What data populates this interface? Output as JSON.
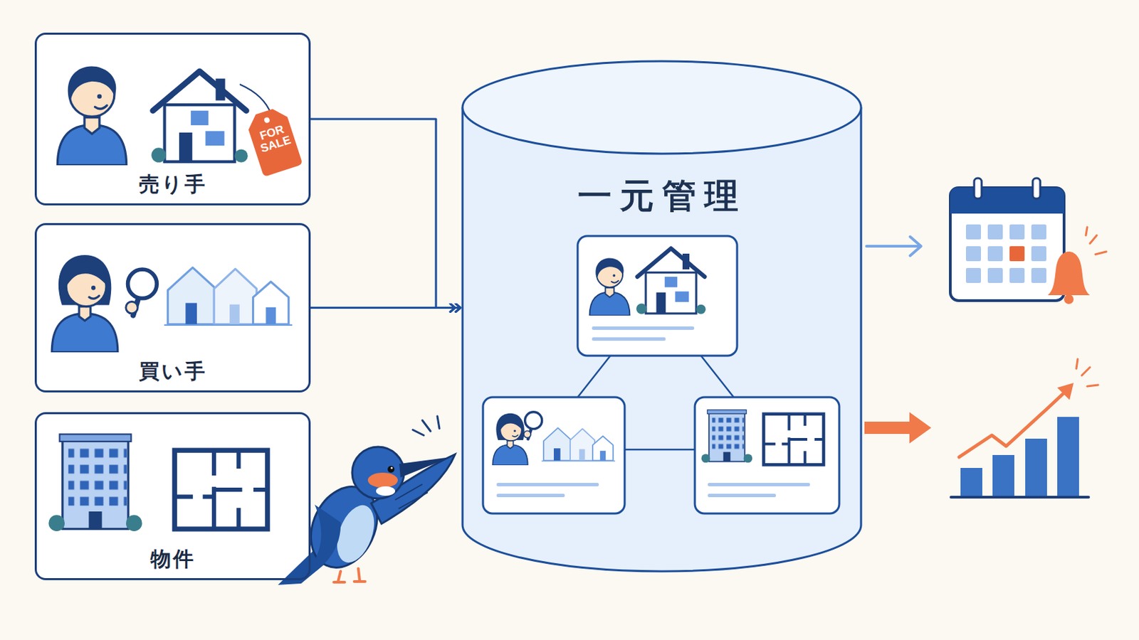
{
  "diagram": {
    "nodes": [
      {
        "text": [
          "売り手"
        ]
      },
      {
        "text": [
          "買い手"
        ]
      },
      {
        "text": [
          "物件"
        ]
      },
      {
        "text": [
          "一元管理"
        ]
      }
    ],
    "edges": [
      {
        "from": 0,
        "to": 3,
        "arrow": "to"
      },
      {
        "from": 1,
        "to": 3,
        "arrow": "to"
      }
    ],
    "labels": [
      "FOR SALE"
    ]
  }
}
